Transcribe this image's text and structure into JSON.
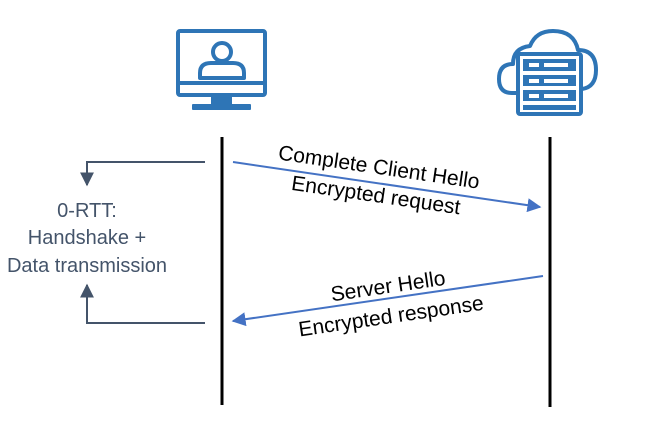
{
  "diagram": {
    "participants": [
      {
        "name": "client",
        "icon": "computer-user-icon"
      },
      {
        "name": "server",
        "icon": "cloud-server-icon"
      }
    ],
    "messages": [
      {
        "direction": "client-to-server",
        "line1": "Complete Client Hello",
        "line2": "Encrypted request"
      },
      {
        "direction": "server-to-client",
        "line1": "Server Hello",
        "line2": "Encrypted response"
      }
    ],
    "side_label": {
      "line1": "0-RTT:",
      "line2": "Handshake +",
      "line3": "Data transmission"
    }
  },
  "colors": {
    "icon_blue": "#2e75b6",
    "arrow_blue": "#4472c4",
    "bracket_slate": "#44546a",
    "lifeline": "#000000",
    "label_slate": "#44546a"
  }
}
